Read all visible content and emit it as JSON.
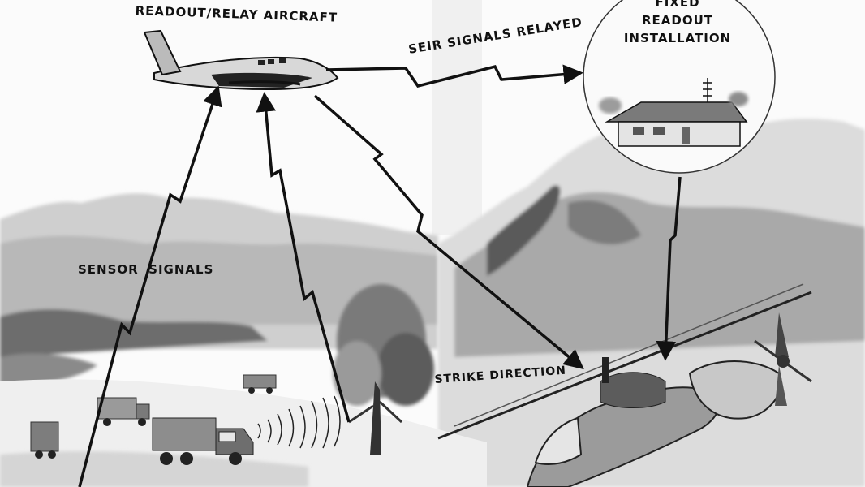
{
  "labels": {
    "readout_aircraft": "READOUT/RELAY AIRCRAFT",
    "signals_relayed": "SEIR SIGNALS RELAYED",
    "fixed_line1": "FIXED",
    "fixed_line2": "READOUT",
    "fixed_line3": "INSTALLATION",
    "sensor_signals": "SENSOR  SIGNALS",
    "strike_direction": "STRIKE DIRECTION"
  },
  "icons": {
    "aircraft": "relay-aircraft-icon",
    "building": "readout-building-icon",
    "helicopter": "strike-helicopter-icon",
    "truck": "truck-icon",
    "tree": "tree-icon",
    "antenna": "antenna-icon"
  },
  "colors": {
    "ink": "#111111",
    "paper": "#fbfbfb",
    "wash": "#9a9a9a"
  }
}
